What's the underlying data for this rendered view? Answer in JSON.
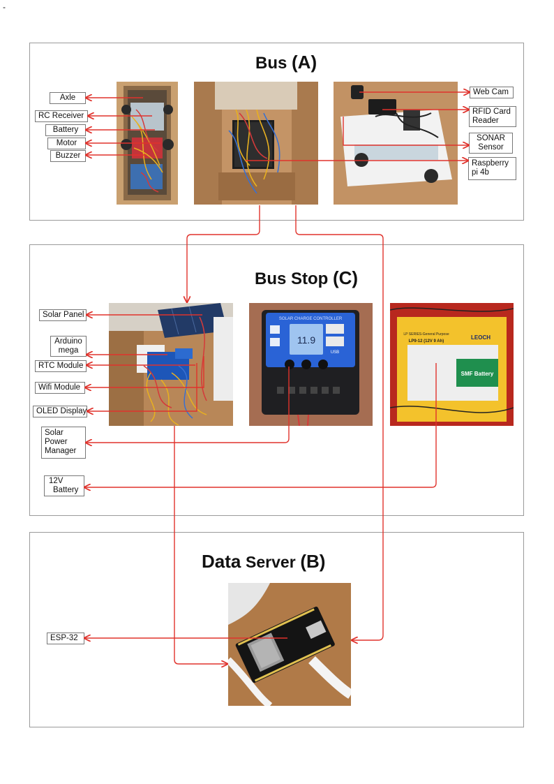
{
  "page": {
    "corner_mark": "-"
  },
  "sections": {
    "bus": {
      "title_main": "Bus",
      "title_code": "(A)",
      "labels": {
        "axle": "Axle",
        "rc_receiver": "RC Receiver",
        "battery": "Battery",
        "motor": "Motor",
        "buzzer": "Buzzer",
        "web_cam": "Web Cam",
        "rfid_line1": "RFID Card",
        "rfid_line2": "Reader",
        "sonar_line1": "SONAR",
        "sonar_line2": "Sensor",
        "rpi_line1": "Raspberry",
        "rpi_line2": "pi 4b"
      }
    },
    "bus_stop": {
      "title_main": "Bus Stop",
      "title_code": "(C)",
      "labels": {
        "solar_panel": "Solar Panel",
        "arduino_line1": "Arduino",
        "arduino_line2": "mega",
        "rtc_module": "RTC Module",
        "wifi_module": "Wifi Module",
        "oled_display": "OLED Display",
        "spm_line1": "Solar",
        "spm_line2": "Power",
        "spm_line3": "Manager",
        "bat12_line1": "12V",
        "bat12_line2": "Battery"
      },
      "photo_text": {
        "controller_header": "SOLAR CHARGE CONTROLLER",
        "controller_reading": "11.9",
        "controller_usb": "USB",
        "battery_series": "LP SERIES-General Purpose",
        "battery_model": "LP9-12 (12V 9 Ah)",
        "battery_brand": "LEOCH",
        "battery_type": "SMF Battery"
      }
    },
    "data_server": {
      "title_main": "Data",
      "title_sub": "Server",
      "title_code": "(B)",
      "labels": {
        "esp32": "ESP-32"
      }
    }
  },
  "colors": {
    "connector": "#e0322c",
    "panel_border": "#9a9a9a",
    "label_border": "#777777",
    "cardboard": "#b9885a",
    "wood": "#b07a48",
    "pcb_blue": "#1d56b8",
    "controller_blue": "#2a63d6",
    "battery_yellow": "#f3c22c"
  }
}
